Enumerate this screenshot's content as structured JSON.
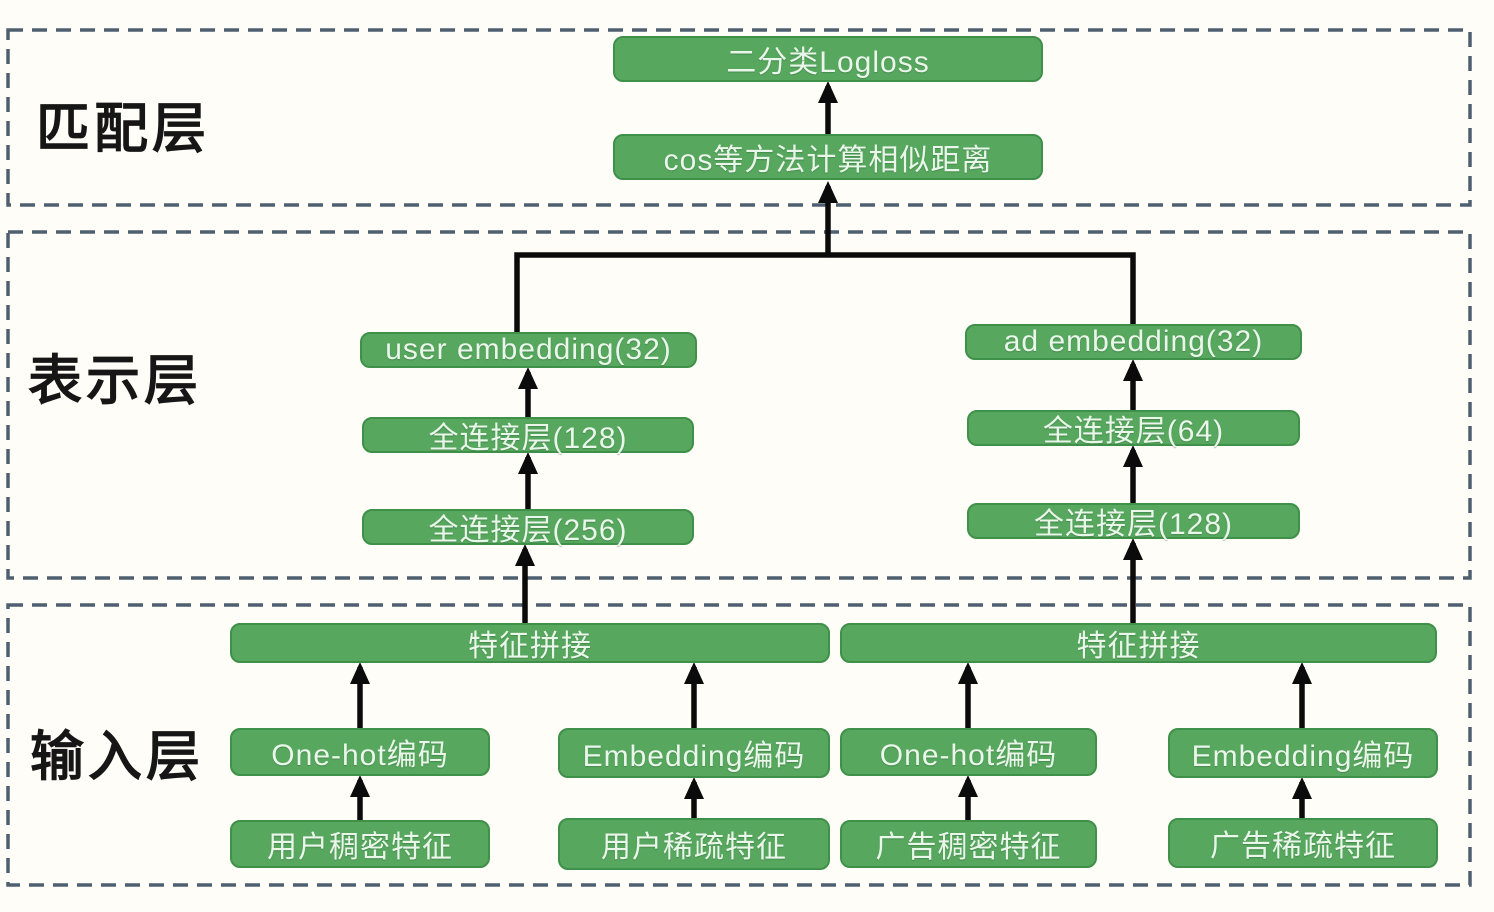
{
  "diagram": {
    "sections": {
      "matching": "匹配层",
      "representation": "表示层",
      "input": "输入层"
    },
    "nodes": {
      "logloss": "二分类Logloss",
      "cos_similarity": "cos等方法计算相似距离",
      "user_embedding": "user embedding(32)",
      "user_fc_128": "全连接层(128)",
      "user_fc_256": "全连接层(256)",
      "ad_embedding": "ad embedding(32)",
      "ad_fc_64": "全连接层(64)",
      "ad_fc_128": "全连接层(128)",
      "user_concat": "特征拼接",
      "ad_concat": "特征拼接",
      "user_onehot": "One-hot编码",
      "user_embedding_encode": "Embedding编码",
      "ad_onehot": "One-hot编码",
      "ad_embedding_encode": "Embedding编码",
      "user_dense_features": "用户稠密特征",
      "user_sparse_features": "用户稀疏特征",
      "ad_dense_features": "广告稠密特征",
      "ad_sparse_features": "广告稀疏特征"
    },
    "colors": {
      "node_fill": "#57a75f",
      "node_border": "#3f9049",
      "node_text": "#e9f6e9",
      "section_border": "#4e5f70",
      "arrow": "#0b0b0b",
      "label_text": "#161616",
      "background": "#fffdf8"
    }
  }
}
